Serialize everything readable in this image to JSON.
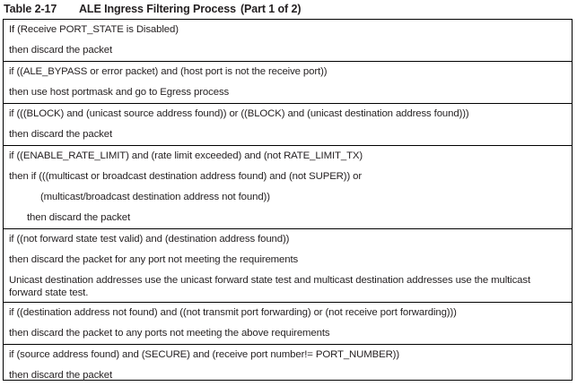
{
  "caption": {
    "label": "Table 2-17",
    "title": "ALE Ingress Filtering Process",
    "part": "(Part 1 of 2)"
  },
  "colors": {
    "text": "#231f20",
    "border": "#000000",
    "background": "#ffffff"
  },
  "table": {
    "rows": [
      {
        "id": "port-state-disabled",
        "lines": [
          {
            "text": "If (Receive PORT_STATE is Disabled)",
            "indent": 0,
            "type": "line"
          },
          {
            "text": "then discard the packet",
            "indent": 0,
            "type": "line"
          }
        ]
      },
      {
        "id": "ale-bypass",
        "lines": [
          {
            "text": "if ((ALE_BYPASS or error packet) and (host port is not the receive port))",
            "indent": 0,
            "type": "line"
          },
          {
            "text": "then use host portmask and go to Egress process",
            "indent": 0,
            "type": "line"
          }
        ]
      },
      {
        "id": "block",
        "lines": [
          {
            "text": "if (((BLOCK) and (unicast source address found)) or ((BLOCK) and (unicast destination address found)))",
            "indent": 0,
            "type": "line"
          },
          {
            "text": "then discard the packet",
            "indent": 0,
            "type": "line"
          }
        ]
      },
      {
        "id": "rate-limit",
        "lines": [
          {
            "text": "if ((ENABLE_RATE_LIMIT) and (rate limit exceeded) and (not RATE_LIMIT_TX)",
            "indent": 0,
            "type": "line"
          },
          {
            "text": "then if (((multicast or broadcast destination address found) and (not SUPER)) or",
            "indent": 0,
            "type": "line"
          },
          {
            "text": "(multicast/broadcast destination address not found))",
            "indent": 1,
            "type": "line"
          },
          {
            "text": "then discard the packet",
            "indent": 2,
            "type": "line"
          }
        ]
      },
      {
        "id": "forward-state-test",
        "lines": [
          {
            "text": "if ((not forward state test valid) and (destination address found))",
            "indent": 0,
            "type": "line"
          },
          {
            "text": "then discard the packet for any port not meeting the requirements",
            "indent": 0,
            "type": "line"
          },
          {
            "text": "Unicast destination addresses use the unicast forward state test and multicast destination addresses use the multicast forward state test.",
            "indent": 0,
            "type": "para"
          }
        ]
      },
      {
        "id": "destination-not-found",
        "lines": [
          {
            "text": "if ((destination address not found) and ((not transmit port forwarding) or (not receive port forwarding)))",
            "indent": 0,
            "type": "line"
          },
          {
            "text": "then discard the packet to any ports not meeting the above requirements",
            "indent": 0,
            "type": "line"
          }
        ]
      },
      {
        "id": "secure-source",
        "lines": [
          {
            "text": "if (source address found) and (SECURE) and (receive port number!= PORT_NUMBER))",
            "indent": 0,
            "type": "line"
          },
          {
            "text": "then discard the packet",
            "indent": 0,
            "type": "line"
          }
        ]
      }
    ]
  }
}
